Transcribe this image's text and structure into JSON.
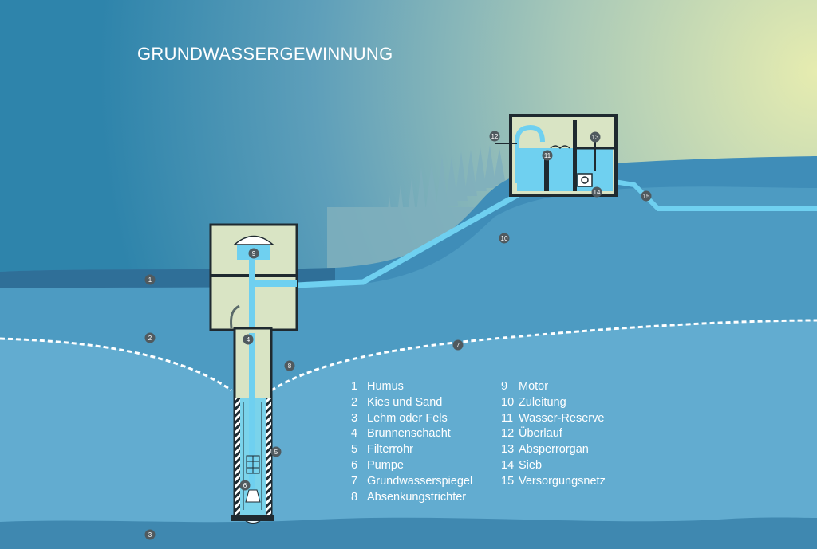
{
  "title": "GRUNDWASSERGEWINNUNG",
  "colors": {
    "sky_top": "#2e84ab",
    "sky_glow": "#e6ecb0",
    "ground_top": "#3f8db8",
    "ground_mid": "#5aa6c8",
    "ground_deep": "#4f9abf",
    "water": "#6fd0f0",
    "building": "#d9e4c4",
    "marker": "#505a5f"
  },
  "legend": {
    "left": [
      {
        "num": "1",
        "label": "Humus"
      },
      {
        "num": "2",
        "label": "Kies und Sand"
      },
      {
        "num": "3",
        "label": "Lehm oder Fels"
      },
      {
        "num": "4",
        "label": "Brunnenschacht"
      },
      {
        "num": "5",
        "label": "Filterrohr"
      },
      {
        "num": "6",
        "label": "Pumpe"
      },
      {
        "num": "7",
        "label": "Grundwasserspiegel"
      },
      {
        "num": "8",
        "label": "Absenkungstrichter"
      }
    ],
    "right": [
      {
        "num": "9",
        "label": "Motor"
      },
      {
        "num": "10",
        "label": "Zuleitung"
      },
      {
        "num": "11",
        "label": "Wasser-Reserve"
      },
      {
        "num": "12",
        "label": "Überlauf"
      },
      {
        "num": "13",
        "label": "Absperrorgan"
      },
      {
        "num": "14",
        "label": "Sieb"
      },
      {
        "num": "15",
        "label": "Versorgungsnetz"
      }
    ]
  },
  "markers": [
    "1",
    "2",
    "3",
    "4",
    "5",
    "6",
    "7",
    "8",
    "9",
    "10",
    "11",
    "12",
    "13",
    "14",
    "15"
  ]
}
